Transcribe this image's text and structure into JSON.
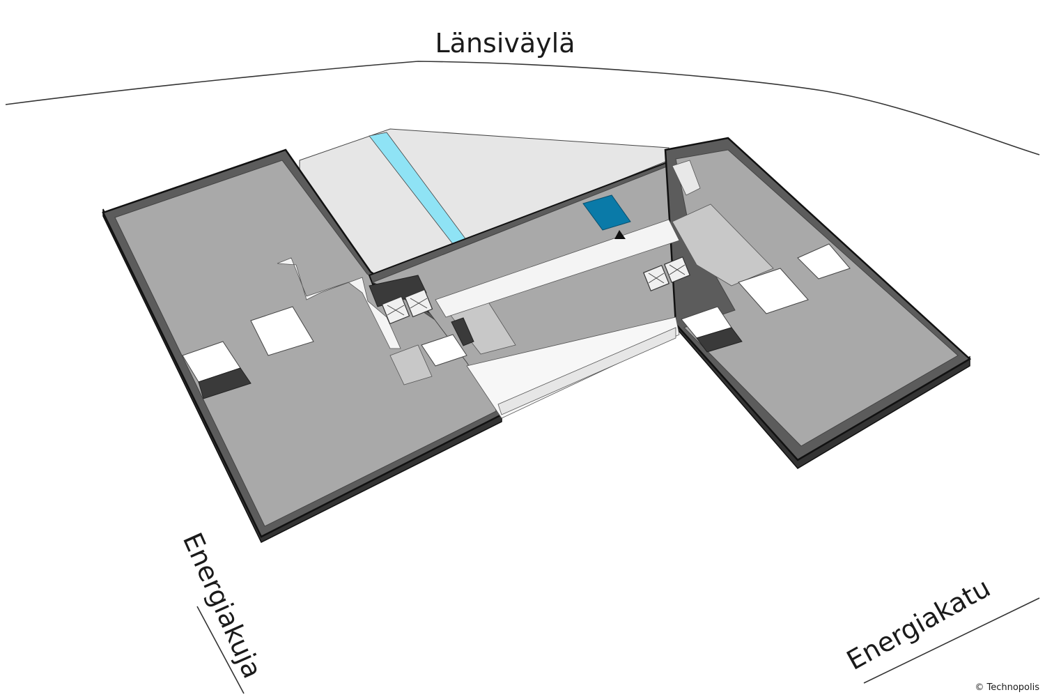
{
  "streets": {
    "north": "Länsiväylä",
    "west": "Energiakuja",
    "east": "Energiakatu"
  },
  "credit": "© Technopolis",
  "colors": {
    "wall_top": "#555555",
    "wall_side": "#333333",
    "floor_dark": "#a9a9a9",
    "floor_mid": "#c8c8c8",
    "floor_light": "#e6e6e6",
    "corridor": "#f4f4f4",
    "highlight_room": "#0a7aa8",
    "light_blue_stripe": "#8fe3f5",
    "service_dark": "#3a3a3a"
  },
  "icons": {
    "location_marker": "you-are-here-triangle",
    "elevators": "elevator-icon"
  }
}
